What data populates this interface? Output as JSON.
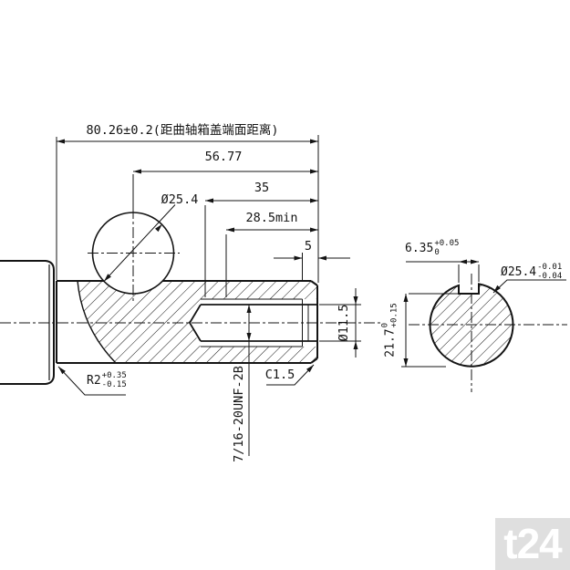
{
  "page": {
    "background": "#ffffff",
    "line_color": "#141414"
  },
  "front_view": {
    "dim_overall": "80.26±0.2(距曲轴箱盖端面距离)",
    "dim_to_ball_center": "56.77",
    "dim_35": "35",
    "dim_thread_min_depth": "28.5min",
    "dim_5": "5",
    "dim_ball_dia": "Ø25.4",
    "dim_hole_dia": "Ø11.5",
    "chamfer": "C1.5",
    "thread_spec": "7/16-20UNF-2B",
    "fillet": {
      "base": "R2",
      "upper": "+0.35",
      "lower": "-0.15"
    }
  },
  "section_view": {
    "key_width": {
      "base": "6.35",
      "upper": "+0.05",
      "lower": "0"
    },
    "shaft_dia": {
      "base": "Ø25.4",
      "upper": "-0.01",
      "lower": "-0.04"
    },
    "key_flat_depth": {
      "base": "21.7",
      "upper": "0",
      "lower": "+0.15"
    }
  },
  "watermark": {
    "label": "t24",
    "bg": "#dfdfdf",
    "fg": "#ffffff"
  }
}
